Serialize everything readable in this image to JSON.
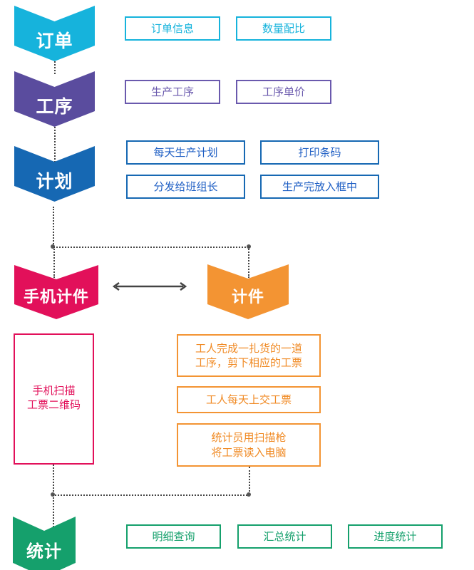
{
  "colors": {
    "order": "#16b3dc",
    "process": "#5a4c9e",
    "plan": "#1668b3",
    "mobile": "#e2105a",
    "piece": "#f39433",
    "stats": "#15a06c",
    "connector": "#444444"
  },
  "stages": {
    "order": {
      "title": "订单",
      "items": [
        "订单信息",
        "数量配比"
      ]
    },
    "process": {
      "title": "工序",
      "items": [
        "生产工序",
        "工序单价"
      ]
    },
    "plan": {
      "title": "计划",
      "items": [
        "每天生产计划",
        "打印条码",
        "分发给班组长",
        "生产完放入框中"
      ]
    },
    "mobile": {
      "title": "手机计件",
      "items": [
        "手机扫描\n工票二维码"
      ]
    },
    "piece": {
      "title": "计件",
      "items": [
        "工人完成一扎货的一道\n工序，剪下相应的工票",
        "工人每天上交工票",
        "统计员用扫描枪\n将工票读入电脑"
      ]
    },
    "stats": {
      "title": "统计",
      "items": [
        "明细查询",
        "汇总统计",
        "进度统计"
      ]
    }
  },
  "arrow": {
    "icon": "double-arrow-icon",
    "left": "‹",
    "right": "›"
  }
}
